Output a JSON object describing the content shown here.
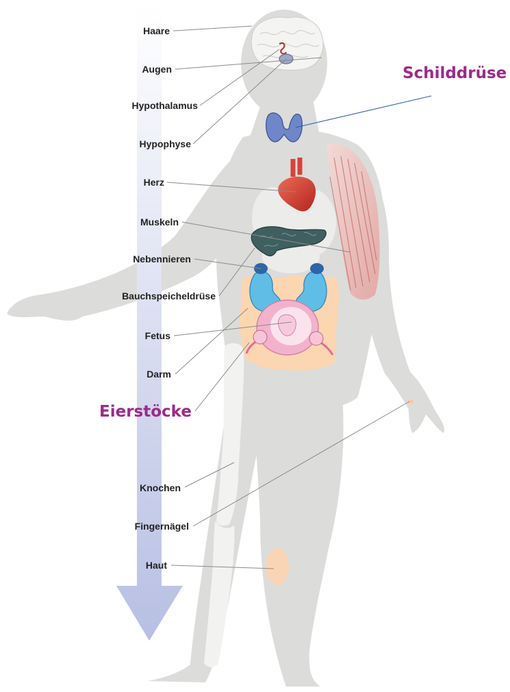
{
  "labels": {
    "haare": "Haare",
    "augen": "Augen",
    "hypothalamus": "Hypothalamus",
    "hypophyse": "Hypophyse",
    "herz": "Herz",
    "muskeln": "Muskeln",
    "nebennieren": "Nebennieren",
    "bauchspeicheldruese": "Bauchspeicheldrüse",
    "fetus": "Fetus",
    "darm": "Darm",
    "knochen": "Knochen",
    "fingernaegel": "Fingernägel",
    "haut": "Haut"
  },
  "highlights": {
    "schilddruese": "Schilddrüse",
    "eierstoecke": "Eierstöcke"
  },
  "colors": {
    "highlight_text": "#9b2a8a",
    "body_silhouette": "#dcdcda",
    "arrow_top": "#ffffff",
    "arrow_bottom": "#b7bfe3",
    "thyroid": "#6f86c8",
    "heart": "#d8423a",
    "pancreas": "#3f5f60",
    "kidney": "#5fbde6",
    "adrenal": "#2e64a8",
    "uterus": "#f3b2cc",
    "intestine": "#fbd6b0",
    "bone": "#f2f2f0",
    "leader_line": "#8a8a8a",
    "thyroid_line": "#2b5fa8"
  }
}
